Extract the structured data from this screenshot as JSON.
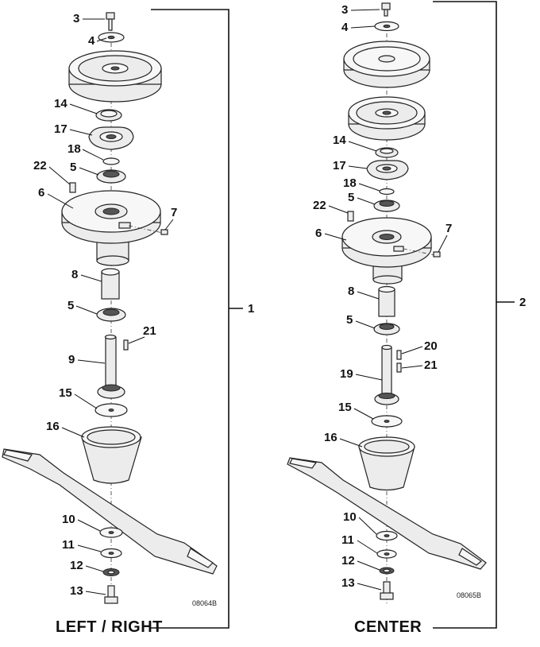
{
  "diagram": {
    "left": {
      "caption": "LEFT / RIGHT",
      "assembly_number": "1",
      "drawing_code": "08064B",
      "callouts": [
        "3",
        "4",
        "14",
        "17",
        "18",
        "22",
        "5",
        "6",
        "7",
        "8",
        "5",
        "21",
        "9",
        "15",
        "16",
        "10",
        "11",
        "12",
        "13"
      ]
    },
    "center": {
      "caption": "CENTER",
      "assembly_number": "2",
      "drawing_code": "08065B",
      "callouts": [
        "3",
        "4",
        "14",
        "17",
        "18",
        "5",
        "22",
        "6",
        "7",
        "8",
        "5",
        "20",
        "19",
        "21",
        "15",
        "16",
        "10",
        "11",
        "12",
        "13"
      ]
    }
  }
}
